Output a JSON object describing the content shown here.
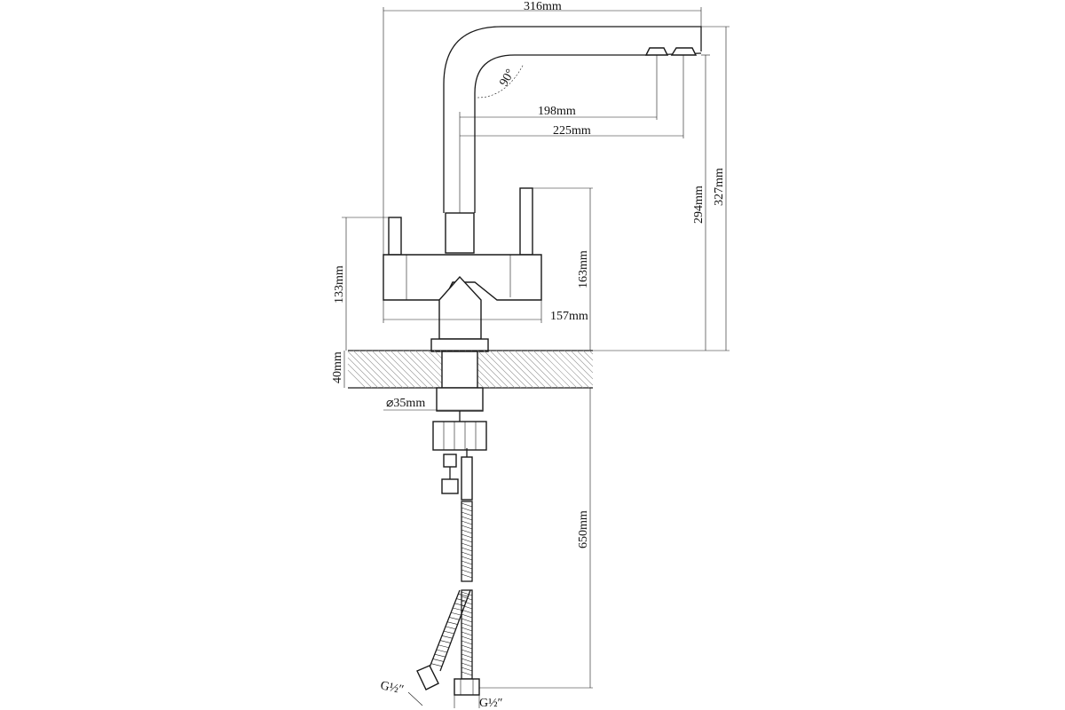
{
  "drawing": {
    "line_color": "#1a1a1a",
    "background": "#ffffff",
    "hatch_color": "#9a9a9a"
  },
  "dimensions": {
    "overall_reach": "316mm",
    "spout_angle": "90°",
    "outlet_1_reach": "198mm",
    "outlet_2_reach": "225mm",
    "outlet_height": "294mm",
    "overall_height": "327mm",
    "body_height": "133mm",
    "lever_height": "163mm",
    "body_width": "157mm",
    "deck_thickness": "40mm",
    "mount_diameter": "⌀35mm",
    "hose_length": "650mm",
    "thread_left": "G½″",
    "thread_right": "G½″"
  }
}
